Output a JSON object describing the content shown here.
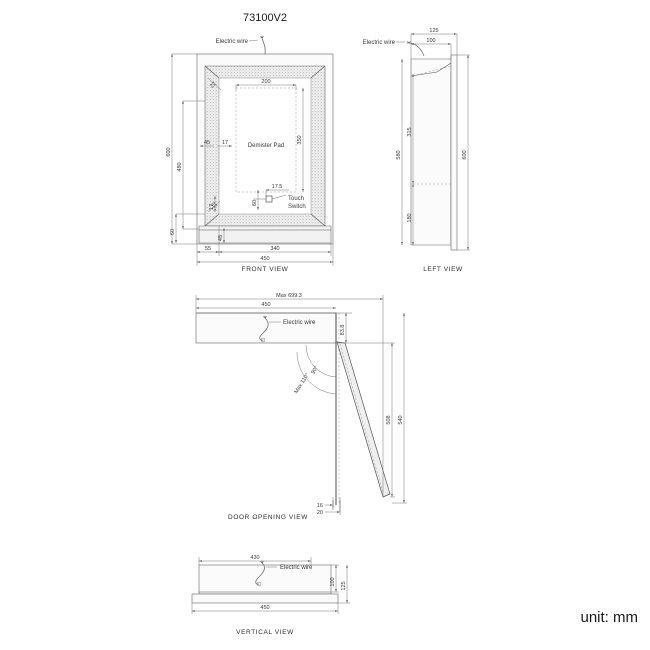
{
  "document": {
    "title": "73100V2",
    "unit_note": "unit: mm"
  },
  "labels": {
    "electric_wire": "Electric wire",
    "demister_pad": "Demister Pad",
    "touch_switch_line1": "Touch",
    "touch_switch_line2": "Switch"
  },
  "views": {
    "front": {
      "name": "FRONT VIEW",
      "dims": {
        "overall_height": "600",
        "inner_height": "480",
        "overall_width": "450",
        "body_width": "340",
        "left_offset": "55",
        "frame_bevel": "22",
        "frame_width_a": "45",
        "frame_width_b": "17",
        "pad_width": "200",
        "pad_height": "350",
        "switch_offset_x": "17.5",
        "switch_offset_y": "60",
        "bottom_h": "60",
        "bottom_inner": "45",
        "bottom_frame": "17"
      }
    },
    "left": {
      "name": "LEFT VIEW",
      "dims": {
        "depth_total": "125",
        "depth_body": "100",
        "height_total": "600",
        "height_body": "580",
        "height_upper": "315",
        "height_lower": "180"
      }
    },
    "door": {
      "name": "DOOR  OPENING  VIEW",
      "dims": {
        "max_swing": "Max 699.3",
        "width": "450",
        "hinge_offset": "83.8",
        "angle_right": "90°",
        "angle_max": "Max 110°",
        "door_len": "508",
        "total_h": "540",
        "base_a": "16",
        "base_b": "20"
      }
    },
    "vertical": {
      "name": "VERTICAL VIEW",
      "dims": {
        "inner_width": "430",
        "depth_inner": "100",
        "depth_total": "125",
        "overall_width": "450"
      }
    }
  }
}
